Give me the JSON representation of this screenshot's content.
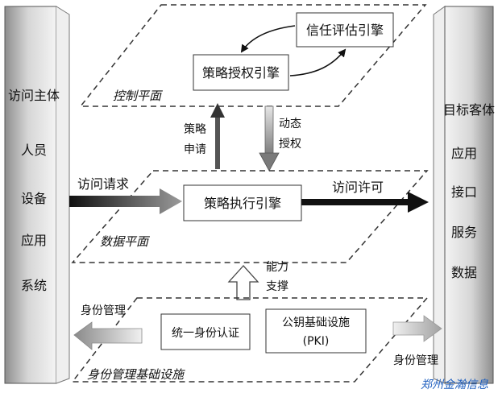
{
  "left_panel": {
    "title": "访问主体",
    "items": [
      "人员",
      "设备",
      "应用",
      "系统"
    ]
  },
  "right_panel": {
    "title": "目标客体",
    "items": [
      "应用",
      "接口",
      "服务",
      "数据"
    ]
  },
  "control_plane": {
    "label": "控制平面",
    "policy_authorization_engine": "策略授权引擎",
    "trust_evaluation_engine": "信任评估引擎"
  },
  "data_plane": {
    "label": "数据平面",
    "policy_enforcement_engine": "策略执行引擎"
  },
  "identity_plane": {
    "label": "身份管理基础设施",
    "unified_auth": "统一身份认证",
    "pki_line1": "公钥基础设施",
    "pki_line2": "(PKI)"
  },
  "arrows": {
    "policy_request_1": "策略",
    "policy_request_2": "申请",
    "dynamic_auth_1": "动态",
    "dynamic_auth_2": "授权",
    "access_request": "访问请求",
    "access_permit": "访问许可",
    "capability_1": "能力",
    "capability_2": "支撑",
    "identity_mgmt_left": "身份管理",
    "identity_mgmt_right": "身份管理"
  },
  "watermark": "郑州金瀚信息"
}
